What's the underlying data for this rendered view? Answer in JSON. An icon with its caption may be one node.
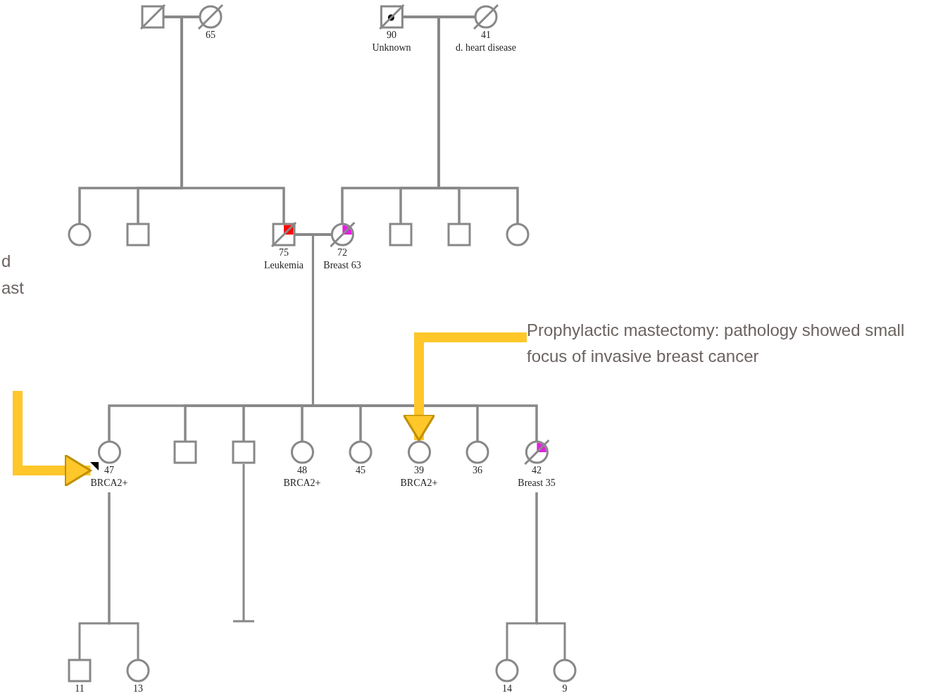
{
  "diagram": {
    "nodes": [
      {
        "text": [],
        "shape": "box"
      },
      {
        "text": [
          "65"
        ]
      },
      {
        "text": [
          "90",
          "Unknown"
        ]
      },
      {
        "text": [
          "41",
          "d. heart disease"
        ]
      },
      {
        "text": [],
        "shape": "circle"
      },
      {
        "text": [],
        "shape": "box"
      },
      {
        "text": [
          "75",
          "Leukemia"
        ]
      },
      {
        "text": [
          "72",
          "Breast 63"
        ]
      },
      {
        "text": [],
        "shape": "box"
      },
      {
        "text": [],
        "shape": "box"
      },
      {
        "text": [],
        "shape": "circle"
      },
      {
        "text": [
          "47",
          "BRCA2+"
        ]
      },
      {
        "text": [],
        "shape": "box"
      },
      {
        "text": [],
        "shape": "box"
      },
      {
        "text": [
          "48",
          "BRCA2+"
        ]
      },
      {
        "text": [
          "45"
        ]
      },
      {
        "text": [
          "39",
          "BRCA2+"
        ]
      },
      {
        "text": [
          "36"
        ]
      },
      {
        "text": [
          "42",
          "Breast 35"
        ]
      },
      {
        "text": [
          "11"
        ]
      },
      {
        "text": [
          "13"
        ]
      },
      {
        "text": [
          "14"
        ]
      },
      {
        "text": [
          "9"
        ]
      },
      {
        "text": [
          "Prophylactic mastectomy: pathology showed small focus of invasive breast cancer"
        ]
      }
    ],
    "edges": [
      {
        "from": 0,
        "to": 1,
        "arrow": "none"
      },
      {
        "from": 2,
        "to": 3,
        "arrow": "none"
      },
      {
        "from": 0,
        "to": 4,
        "arrow": "none"
      },
      {
        "from": 1,
        "to": 4,
        "arrow": "none"
      },
      {
        "from": 0,
        "to": 5,
        "arrow": "none"
      },
      {
        "from": 1,
        "to": 5,
        "arrow": "none"
      },
      {
        "from": 0,
        "to": 6,
        "arrow": "none"
      },
      {
        "from": 1,
        "to": 6,
        "arrow": "none"
      },
      {
        "from": 2,
        "to": 7,
        "arrow": "none"
      },
      {
        "from": 3,
        "to": 7,
        "arrow": "none"
      },
      {
        "from": 2,
        "to": 8,
        "arrow": "none"
      },
      {
        "from": 3,
        "to": 8,
        "arrow": "none"
      },
      {
        "from": 2,
        "to": 9,
        "arrow": "none"
      },
      {
        "from": 3,
        "to": 9,
        "arrow": "none"
      },
      {
        "from": 2,
        "to": 10,
        "arrow": "none"
      },
      {
        "from": 3,
        "to": 10,
        "arrow": "none"
      },
      {
        "from": 6,
        "to": 7,
        "arrow": "none"
      },
      {
        "from": 6,
        "to": 11,
        "arrow": "none"
      },
      {
        "from": 7,
        "to": 11,
        "arrow": "none"
      },
      {
        "from": 6,
        "to": 12,
        "arrow": "none"
      },
      {
        "from": 7,
        "to": 12,
        "arrow": "none"
      },
      {
        "from": 6,
        "to": 13,
        "arrow": "none"
      },
      {
        "from": 7,
        "to": 13,
        "arrow": "none"
      },
      {
        "from": 6,
        "to": 14,
        "arrow": "none"
      },
      {
        "from": 7,
        "to": 14,
        "arrow": "none"
      },
      {
        "from": 6,
        "to": 15,
        "arrow": "none"
      },
      {
        "from": 7,
        "to": 15,
        "arrow": "none"
      },
      {
        "from": 6,
        "to": 16,
        "arrow": "none"
      },
      {
        "from": 7,
        "to": 16,
        "arrow": "none"
      },
      {
        "from": 6,
        "to": 17,
        "arrow": "none"
      },
      {
        "from": 7,
        "to": 17,
        "arrow": "none"
      },
      {
        "from": 6,
        "to": 18,
        "arrow": "none"
      },
      {
        "from": 7,
        "to": 18,
        "arrow": "none"
      },
      {
        "from": 11,
        "to": 19,
        "arrow": "none"
      },
      {
        "from": 11,
        "to": 20,
        "arrow": "none"
      },
      {
        "from": 18,
        "to": 21,
        "arrow": "none"
      },
      {
        "from": 18,
        "to": 22,
        "arrow": "none"
      },
      {
        "from": 23,
        "to": 16,
        "arrow": "to",
        "style": "thick",
        "color": "#ffc729"
      },
      {
        "from": null,
        "to": 11,
        "arrow": "to",
        "style": "thick",
        "color": "#ffc729"
      }
    ],
    "labels": [
      "d",
      "ast"
    ]
  }
}
